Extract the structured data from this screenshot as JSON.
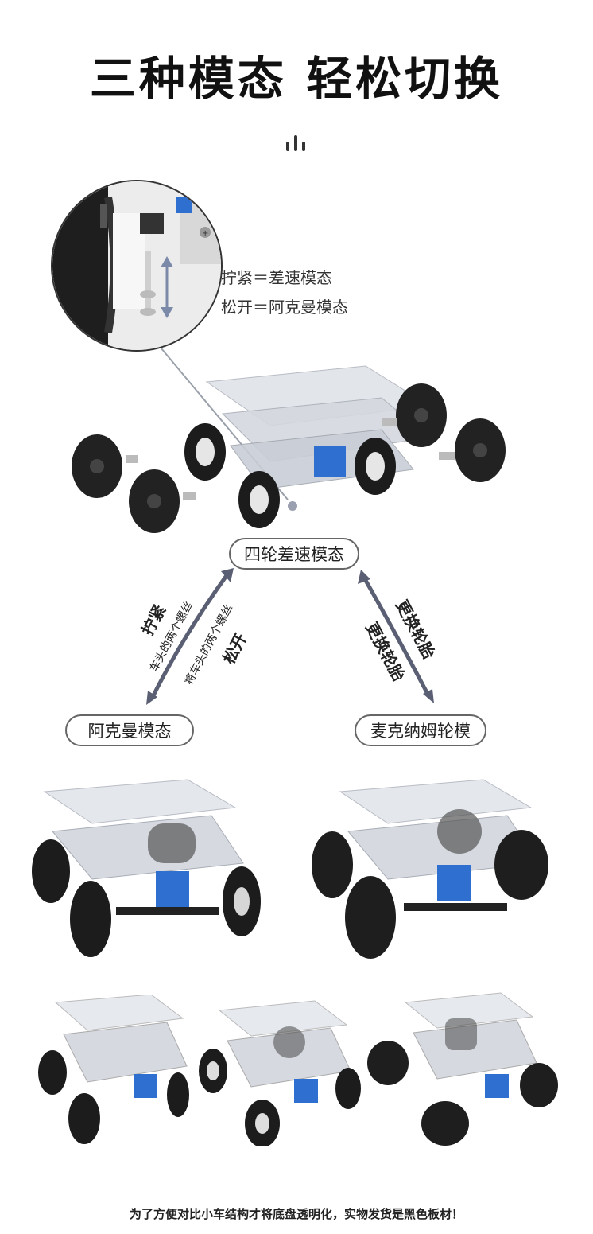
{
  "header": {
    "title": "三种模态 轻松切换"
  },
  "zoom_notes": {
    "tighten": "拧紧＝差速模态",
    "loosen": "松开＝阿克曼模态"
  },
  "modes": {
    "differential": "四轮差速模态",
    "ackermann": "阿克曼模态",
    "mecanum": "麦克纳姆轮模"
  },
  "transitions": {
    "left_up_main": "拧紧",
    "left_up_sub": "车头的两个螺丝",
    "left_down_sub": "将车头的两个螺丝",
    "left_down_main": "松开",
    "right_up": "更换轮胎",
    "right_down": "更换轮胎"
  },
  "footer": {
    "note": "为了方便对比小车结构才将底盘透明化，实物发货是黑色板材！"
  },
  "colors": {
    "arrow": "#5a5f73",
    "servo_blue": "#2f6fd0",
    "tire": "#1a1a1a",
    "acrylic": "#d9dde3"
  }
}
